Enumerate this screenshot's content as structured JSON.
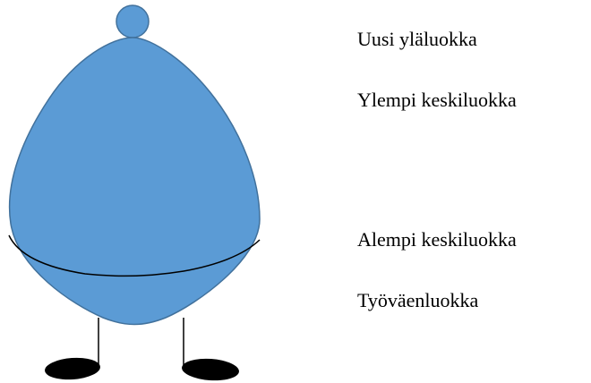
{
  "labels": [
    "Uusi yläluokka",
    "Ylempi keskiluokka",
    "Alempi keskiluokka",
    "Työväenluokka"
  ],
  "colors": {
    "body_fill": "#5b9bd5",
    "body_stroke": "#41719c",
    "line": "#000000",
    "feet": "#000000"
  }
}
